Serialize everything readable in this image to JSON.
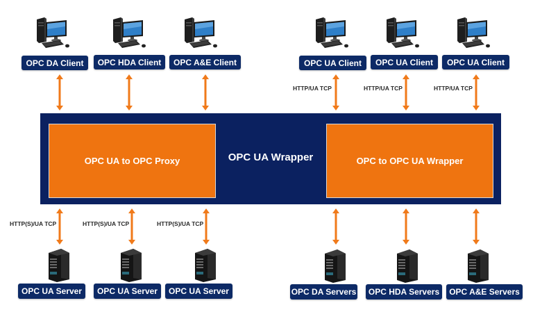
{
  "colors": {
    "navy": "#0b2160",
    "label_navy": "#0d2a66",
    "orange": "#ef7410",
    "arrow": "#f07a1a"
  },
  "wrapper": {
    "title": "OPC UA Wrapper",
    "left_box": "OPC UA to OPC Proxy",
    "right_box": "OPC to OPC UA Wrapper"
  },
  "top_clients": [
    {
      "label": "OPC DA Client",
      "icon": "desktop-computer-icon",
      "protocol": ""
    },
    {
      "label": "OPC HDA Client",
      "icon": "desktop-computer-icon",
      "protocol": ""
    },
    {
      "label": "OPC A&E Client",
      "icon": "desktop-computer-icon",
      "protocol": ""
    },
    {
      "label": "OPC UA Client",
      "icon": "desktop-computer-icon",
      "protocol": "HTTP/UA TCP"
    },
    {
      "label": "OPC UA Client",
      "icon": "desktop-computer-icon",
      "protocol": "HTTP/UA TCP"
    },
    {
      "label": "OPC UA Client",
      "icon": "desktop-computer-icon",
      "protocol": "HTTP/UA TCP"
    }
  ],
  "bottom_servers": [
    {
      "label": "OPC UA Server",
      "icon": "server-tower-icon",
      "protocol": "HTTP(S)/UA TCP"
    },
    {
      "label": "OPC UA Server",
      "icon": "server-tower-icon",
      "protocol": "HTTP(S)/UA TCP"
    },
    {
      "label": "OPC UA Server",
      "icon": "server-tower-icon",
      "protocol": "HTTP(S)/UA TCP"
    },
    {
      "label": "OPC DA Servers",
      "icon": "server-tower-icon",
      "protocol": ""
    },
    {
      "label": "OPC HDA Servers",
      "icon": "server-tower-icon",
      "protocol": ""
    },
    {
      "label": "OPC A&E Servers",
      "icon": "server-tower-icon",
      "protocol": ""
    }
  ]
}
